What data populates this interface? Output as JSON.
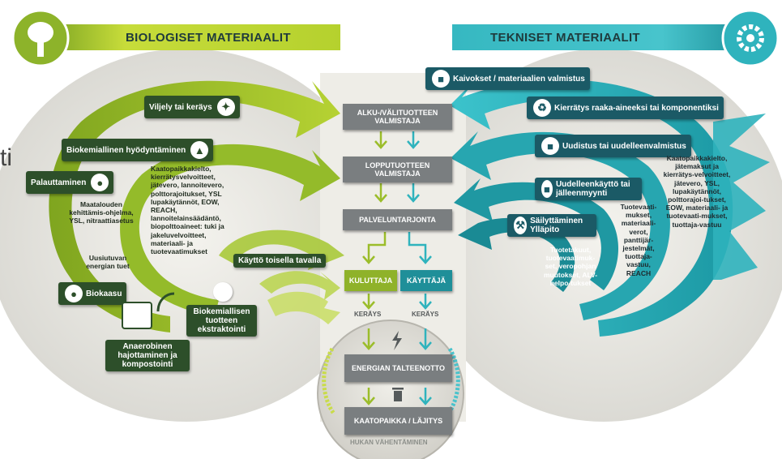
{
  "bio_title": "BIOLOGISET MATERIAALIT",
  "tech_title": "TEKNISET MATERIAALIT",
  "stray_text": "ti",
  "bio": {
    "viljely": "Viljely tai keräys",
    "biokem_hyod": "Biokemiallinen hyödyntäminen",
    "palauttaminen": "Palauttaminen",
    "kaytto_toisella": "Käyttö toisella tavalla",
    "biokaasu": "Biokaasu",
    "anaerobinen": "Anaerobinen hajottaminen ja kompostointi",
    "ekstraktointi": "Biokemiallisen tuotteen ekstraktointi",
    "regulation_inner": "Kaatopaikkakielto, kierrätysvelvoitteet, jätevero, lannoitevero, polttorajoitukset, YSL lupakäytännöt, EOW, REACH, lannoitelainsäädäntö, biopolttoaineet: tuki ja jakeluvelvoitteet, materiaali- ja tuotevaatimukset",
    "regulation_outer_1": "Maatalouden kehittämis-ohjelma, YSL, nitraattiasetus",
    "regulation_outer_2": "Uusiutuvan energian tuet"
  },
  "tech": {
    "kaivokset": "Kaivokset / materiaalien valmistus",
    "kierratys": "Kierrätys raaka-aineeksi tai komponentiksi",
    "uudistus": "Uudistus tai uudelleenvalmistus",
    "uudelleenkaytto": "Uudelleenkäyttö tai jälleenmyynti",
    "sailyttaminen": "Säilyttäminen Ylläpito",
    "col1": "Tuotetakuut, tuotevaatimuk-set, veropohjan muutokset, ALV-helpo-tukset",
    "col2": "Tuotevaati-mukset, materiaali-verot, panttijär-jestelmät, tuottaja-vastuu, REACH",
    "col3": "Kaatopaikkakielto, jätemaksut ja kierrätys-velvoitteet, jätevero, YSL, lupakäytännöt, polttorajoi-tukset, EOW, materiaali- ja tuotevaati-mukset, tuottaja-vastuu"
  },
  "center": {
    "alku": "ALKU-/VÄLITUOTTEEN VALMISTAJA",
    "loppu": "LOPPUTUOTTEEN VALMISTAJA",
    "palvelu": "PALVELUNTARJONTA",
    "kuluttaja": "KULUTTAJA",
    "kayttaja": "KÄYTTÄJÄ",
    "keraysL": "KERÄYS",
    "keraysR": "KERÄYS",
    "energia": "ENERGIAN TALTEENOTTO",
    "kaatopaikka": "KAATOPAIKKA / LÄJITYS",
    "hukan": "HUKAN VÄHENTÄMINEN"
  },
  "colors": {
    "bio_green": "#a3c52c",
    "bio_dark": "#2d4f2a",
    "tech_teal": "#2fb3bd",
    "tech_dark": "#1b5a66",
    "center_box": "#7a7e80"
  }
}
